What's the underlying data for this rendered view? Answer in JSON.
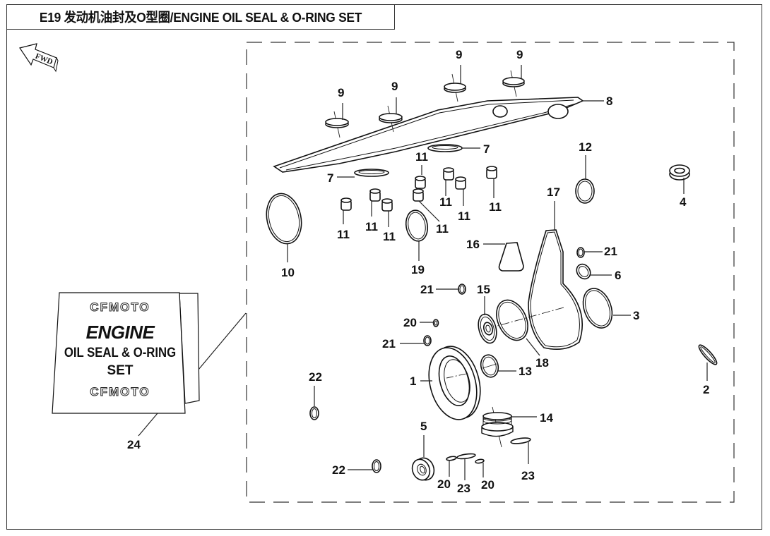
{
  "title": "E19 发动机油封及O型圈/ENGINE OIL SEAL & O-RING SET",
  "direction_indicator": {
    "label": "FWD",
    "icon": "forward-arrow-icon"
  },
  "kit_box": {
    "brand_top": "CFMOTO",
    "line1": "ENGINE",
    "line2": "OIL SEAL & O-RING",
    "line3": "SET",
    "brand_bottom": "CFMOTO",
    "callout": "24"
  },
  "callouts": {
    "p1": "1",
    "p2": "2",
    "p3": "3",
    "p4": "4",
    "p5": "5",
    "p6": "6",
    "p7a": "7",
    "p7b": "7",
    "p8": "8",
    "p9a": "9",
    "p9b": "9",
    "p9c": "9",
    "p9d": "9",
    "p10": "10",
    "p11a": "11",
    "p11b": "11",
    "p11c": "11",
    "p11d": "11",
    "p11e": "11",
    "p11f": "11",
    "p11g": "11",
    "p11h": "11",
    "p12": "12",
    "p13": "13",
    "p14": "14",
    "p15": "15",
    "p16": "16",
    "p17": "17",
    "p18": "18",
    "p19": "19",
    "p20a": "20",
    "p20b": "20",
    "p20c": "20",
    "p21a": "21",
    "p21b": "21",
    "p21c": "21",
    "p22a": "22",
    "p22b": "22",
    "p23a": "23",
    "p23b": "23"
  }
}
